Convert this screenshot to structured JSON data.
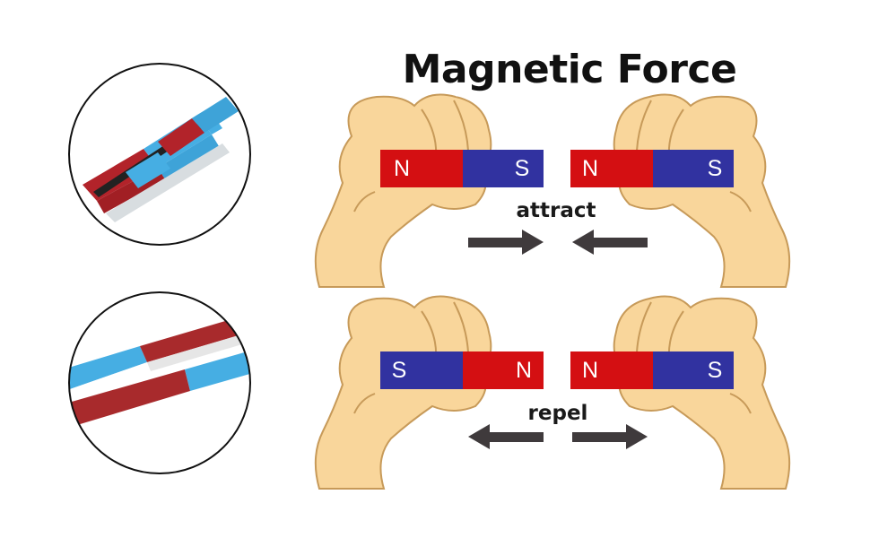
{
  "title": "Magnetic Force",
  "attract": {
    "label": "attract",
    "left_magnet": [
      "N",
      "S"
    ],
    "right_magnet": [
      "N",
      "S"
    ]
  },
  "repel": {
    "label": "repel",
    "left_magnet": [
      "S",
      "N"
    ],
    "right_magnet": [
      "N",
      "S"
    ]
  },
  "colors": {
    "north": "#d40f12",
    "south": "#3132a0",
    "skin": "#f9d69b",
    "skin_outline": "#c79a59",
    "arrow": "#3f3a3c",
    "photo_blue": "#46aee3",
    "photo_red": "#a82a2c"
  },
  "icons": [
    "hand-icon",
    "magnet-photo"
  ]
}
